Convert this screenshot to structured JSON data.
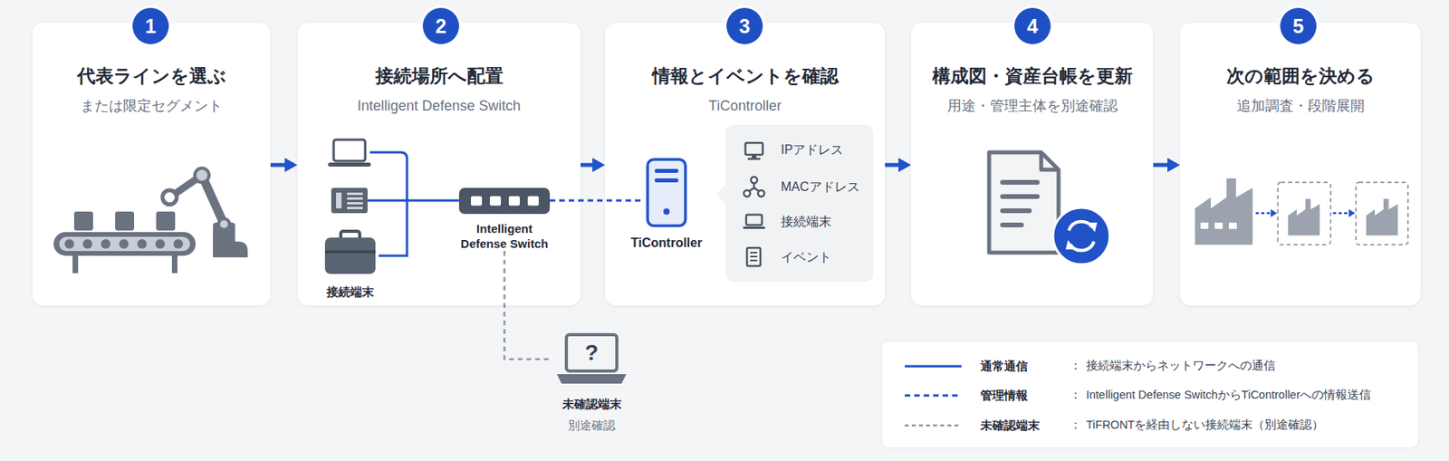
{
  "diagram": {
    "nodes": [
      {
        "text": [
          "代表ラインを選ぶ",
          "または限定セグメント"
        ]
      },
      {
        "text": [
          "1"
        ],
        "in": 0
      },
      {
        "text": [
          "接続場所へ配置",
          "Intelligent Defense Switch"
        ]
      },
      {
        "text": [
          "2"
        ],
        "in": 2
      },
      {
        "text": [
          "接続端末"
        ],
        "in": 2
      },
      {
        "text": [
          "Intelligent Defense Switch"
        ],
        "in": 2
      },
      {
        "text": [
          "情報とイベントを確認",
          "TiController"
        ]
      },
      {
        "text": [
          "3"
        ],
        "in": 6
      },
      {
        "text": [
          "TiController"
        ],
        "in": 6
      },
      {
        "text": [
          "IPアドレス",
          "MACアドレス",
          "接続端末",
          "イベント"
        ],
        "in": 6
      },
      {
        "text": [
          "構成図・資産台帳を更新",
          "用途・管理主体を別途確認"
        ]
      },
      {
        "text": [
          "4"
        ],
        "in": 10
      },
      {
        "text": [
          "次の範囲を決める",
          "追加調査・段階展開"
        ]
      },
      {
        "text": [
          "5"
        ],
        "in": 12
      },
      {
        "text": [
          "?",
          "未確認端末",
          "別途確認"
        ]
      }
    ],
    "edges": [
      {
        "from": 0,
        "to": 2,
        "arrow": "to"
      },
      {
        "from": 2,
        "to": 6,
        "arrow": "to"
      },
      {
        "from": 6,
        "to": 10,
        "arrow": "to"
      },
      {
        "from": 10,
        "to": 12,
        "arrow": "to"
      },
      {
        "from": 4,
        "to": 5,
        "arrow": "none"
      },
      {
        "from": 5,
        "to": 8,
        "arrow": "none"
      },
      {
        "from": 5,
        "to": 14,
        "arrow": "none"
      }
    ],
    "labels": [
      "：",
      "接続端末からネットワークへの通信",
      "：",
      "Intelligent Defense SwitchからTiControllerへの情報送信",
      "：",
      "TiFRONTを経由しない接続端末（別途確認）"
    ],
    "legend": [
      {
        "text": "通常通信"
      },
      {
        "text": "管理情報"
      },
      {
        "text": "未確認端末"
      }
    ]
  }
}
